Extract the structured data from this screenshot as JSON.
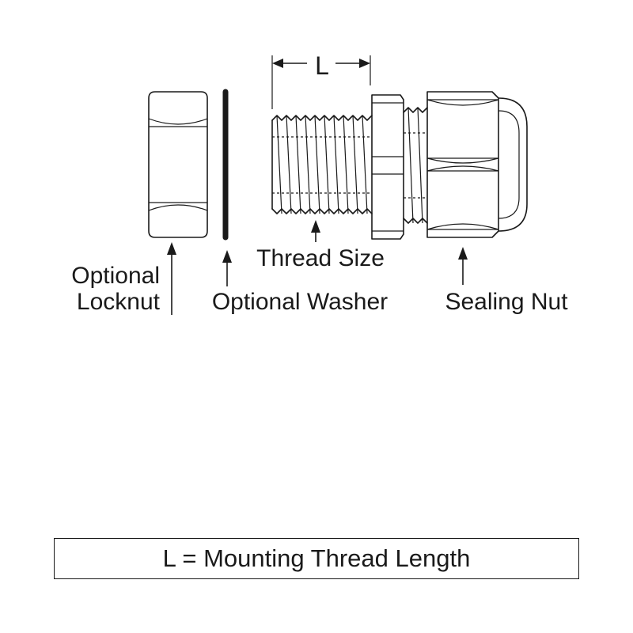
{
  "dimension": {
    "label": "L"
  },
  "labels": {
    "locknut_line1": "Optional",
    "locknut_line2": "Locknut",
    "washer": "Optional Washer",
    "thread_size": "Thread Size",
    "sealing_nut": "Sealing Nut"
  },
  "legend": {
    "text": "L = Mounting Thread Length"
  },
  "colors": {
    "line": "#1a1a1a",
    "background": "#ffffff"
  }
}
